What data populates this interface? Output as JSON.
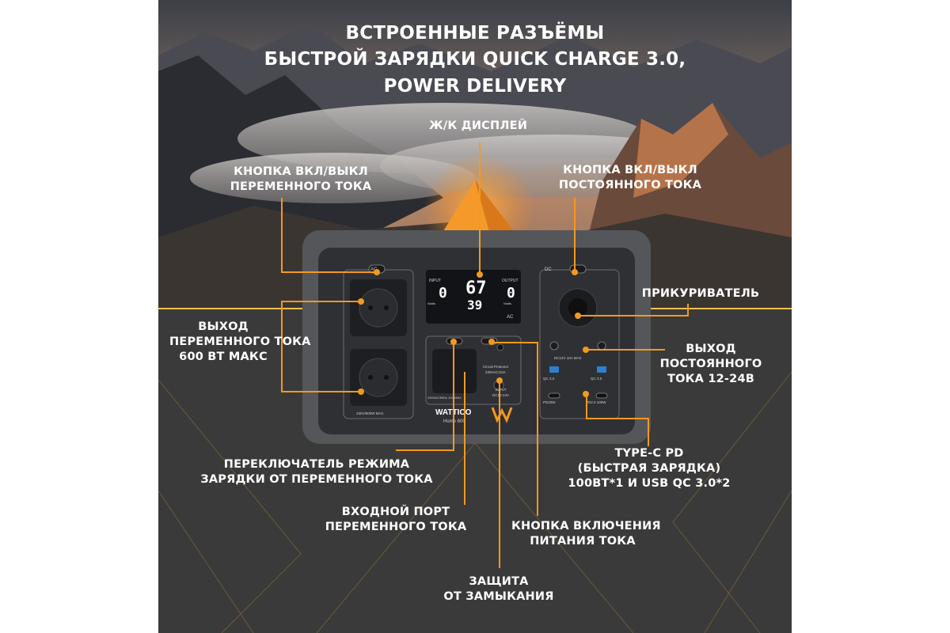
{
  "headline": {
    "line1": "Встроенные разъёмы",
    "line2": "быстрой зарядки Quick Charge 3.0,",
    "line3": "Power Delivery"
  },
  "labels": {
    "lcd": "Ж/К дисплей",
    "ac_button_l1": "Кнопка вкл/выкл",
    "ac_button_l2": "переменного тока",
    "dc_button_l1": "Кнопка вкл/выкл",
    "dc_button_l2": "постоянного тока",
    "car_socket": "Прикуриватель",
    "ac_out_l1": "Выход",
    "ac_out_l2": "переменного тока",
    "ac_out_l3": "600 Вт макс",
    "dc_out_l1": "Выход",
    "dc_out_l2": "постоянного",
    "dc_out_l3": "тока 12-24В",
    "switch_l1": "Переключатель режима",
    "switch_l2": "зарядки от переменного тока",
    "typec_l1": "Type-C PD",
    "typec_l2": "(быстрая зарядка)",
    "typec_l3": "100Вт*1 и USB QC 3.0*2",
    "ac_in_l1": "Входной порт",
    "ac_in_l2": "переменного тока",
    "power_btn_l1": "Кнопка включения",
    "power_btn_l2": "питания тока",
    "protect_l1": "Защита",
    "protect_l2": "от замыкания"
  },
  "device": {
    "brand": "WATTICO",
    "model": "Home 600",
    "ac_tag": "AC",
    "dc_tag": "DC",
    "lcd_input": "INPUT",
    "lcd_output": "OUTPUT",
    "lcd_in_value": "0",
    "lcd_out_value": "0",
    "lcd_watts": "Watts",
    "lcd_percent": "67",
    "lcd_time": "39",
    "lcd_ac": "AC",
    "ac_socket_label": "230V/600W MAX",
    "ac_input_label": "230VAC/50Hz 10A MAX",
    "circuit_label": "Circuit Protector",
    "circuit_rating": "230VAC/10A",
    "input_label": "INPUT",
    "input_rating": "DC12-24V",
    "dc_rating": "DC12V 10A MAX",
    "qc1": "QC 3.0",
    "qc2": "QC 3.0",
    "pd1": "PD20W",
    "pd2": "PD2.0 100W"
  },
  "colors": {
    "accent": "#f29a1e",
    "panel": "#2f3033",
    "body": "#55565a",
    "bg_lower": "#3a3a3a"
  }
}
